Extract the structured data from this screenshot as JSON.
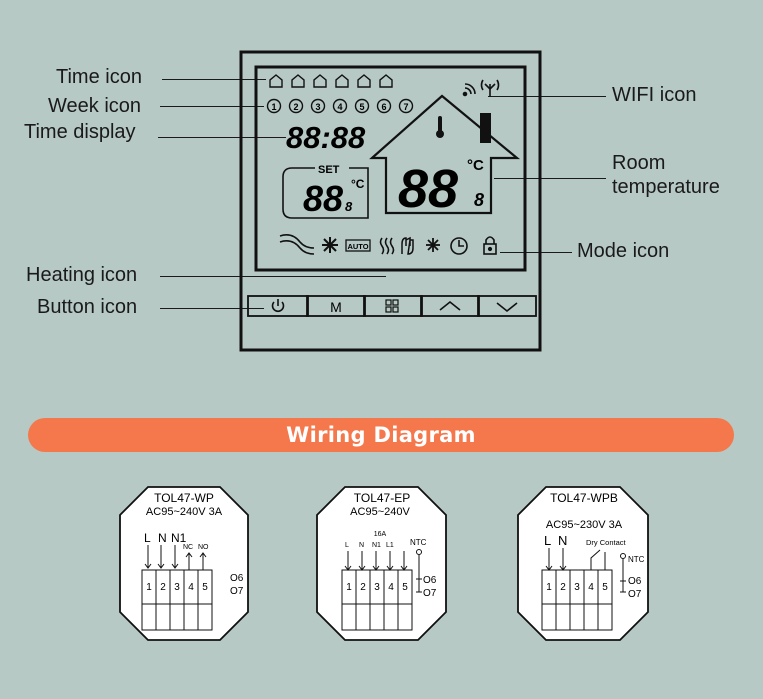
{
  "callouts": {
    "time_icon": "Time icon",
    "week_icon": "Week icon",
    "time_display": "Time display",
    "heating_icon": "Heating icon",
    "button_icon": "Button icon",
    "wifi_icon": "WIFI icon",
    "room_temp_line1": "Room",
    "room_temp_line2": "temperature",
    "mode_icon": "Mode icon"
  },
  "lcd": {
    "week_days": [
      "1",
      "2",
      "3",
      "4",
      "5",
      "6",
      "7"
    ],
    "time_digits": "88:88",
    "set_label": "SET",
    "set_temp": "88",
    "set_temp_decimal": "8",
    "room_temp": "88",
    "room_temp_decimal": "8",
    "unit": "°C",
    "auto_label": "AUTO"
  },
  "buttons": [
    {
      "name": "power",
      "glyph": "⏻"
    },
    {
      "name": "mode",
      "glyph": "M"
    },
    {
      "name": "menu",
      "glyph": "▦"
    },
    {
      "name": "up",
      "glyph": "︿"
    },
    {
      "name": "down",
      "glyph": "﹀"
    }
  ],
  "banner": {
    "title": "Wiring Diagram"
  },
  "modules": [
    {
      "model": "TOL47-WP",
      "rating": "AC95~240V  3A",
      "wire_labels": [
        "L",
        "N",
        "N1",
        "NC",
        "NO"
      ],
      "terminals": [
        "1",
        "2",
        "3",
        "4",
        "5"
      ],
      "side_terminals": [
        "O6",
        "O7"
      ]
    },
    {
      "model": "TOL47-EP",
      "rating": "AC95~240V",
      "current": "16A",
      "wire_labels": [
        "L",
        "N",
        "N1",
        "L1"
      ],
      "ntc_label": "NTC",
      "terminals": [
        "1",
        "2",
        "3",
        "4",
        "5"
      ],
      "side_terminals": [
        "O6",
        "O7"
      ]
    },
    {
      "model": "TOL47-WPB",
      "rating": "AC95~230V  3A",
      "wire_labels": [
        "L",
        "N"
      ],
      "dry_contact_label": "Dry Contact",
      "ntc_label": "NTC",
      "terminals": [
        "1",
        "2",
        "3",
        "4",
        "5"
      ],
      "side_terminals": [
        "O6",
        "O7"
      ]
    }
  ]
}
